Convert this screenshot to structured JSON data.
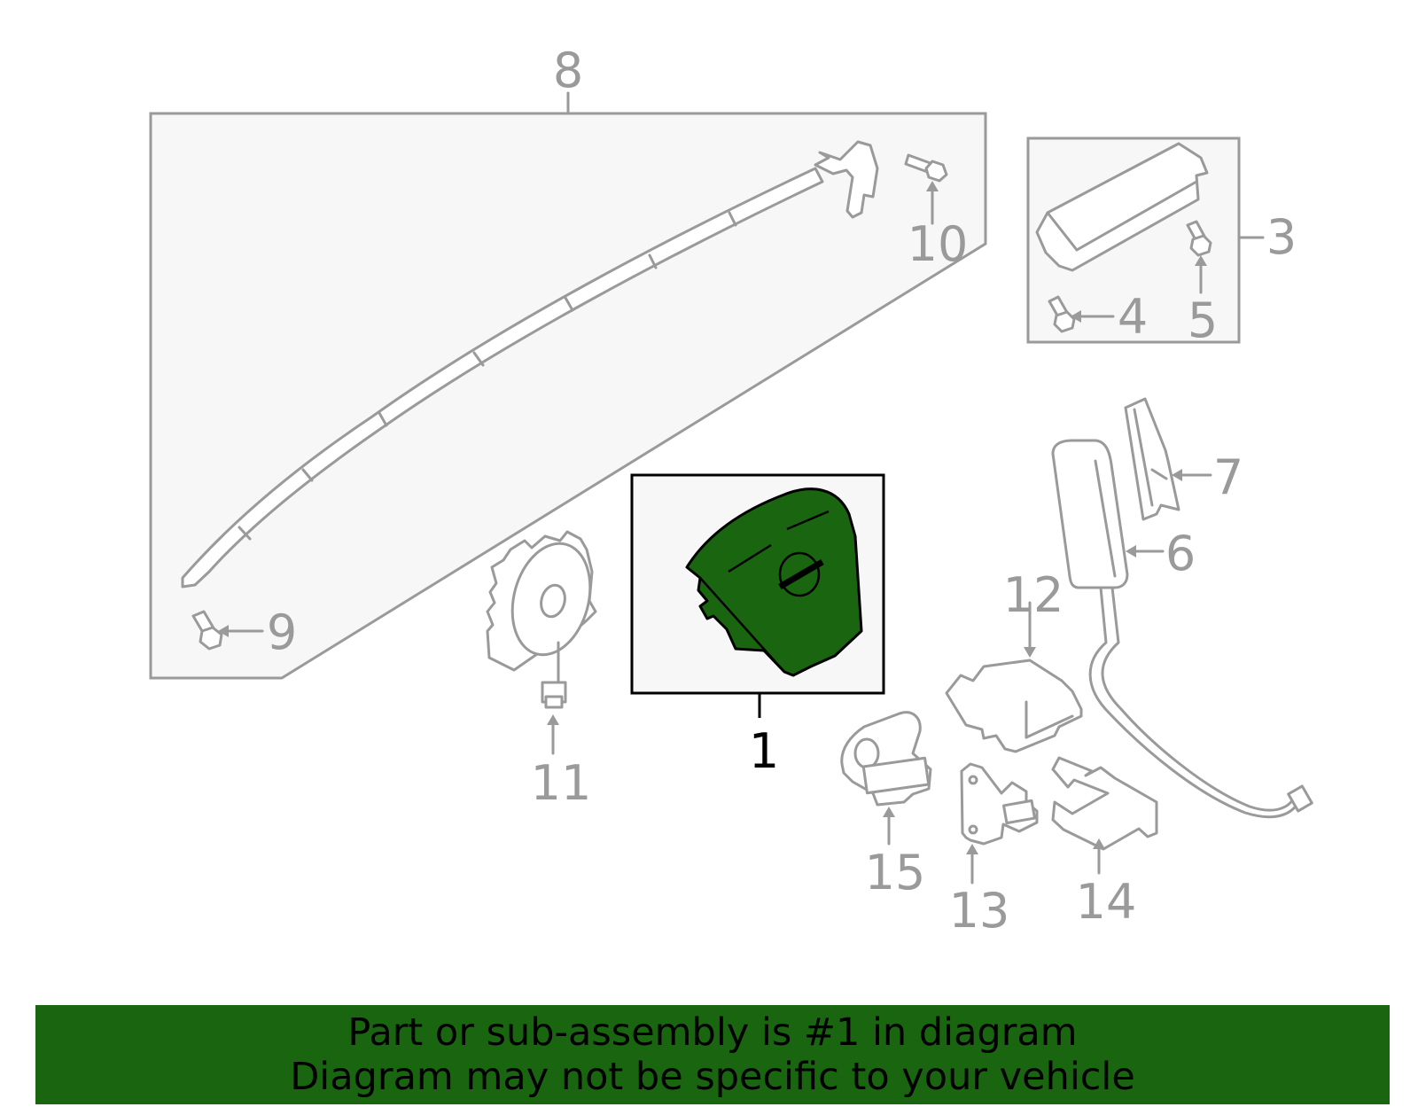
{
  "callouts": {
    "c1": "1",
    "c3": "3",
    "c4": "4",
    "c5": "5",
    "c6": "6",
    "c7": "7",
    "c8": "8",
    "c9": "9",
    "c10": "10",
    "c11": "11",
    "c12": "12",
    "c13": "13",
    "c14": "14",
    "c15": "15"
  },
  "banner": {
    "line1": "Part or sub-assembly is #1 in diagram",
    "line2": "Diagram may not be specific to your vehicle"
  },
  "colors": {
    "highlight": "#1a6610",
    "parts_stroke": "#9a9a9a",
    "frame_fill": "#f7f7f7"
  }
}
